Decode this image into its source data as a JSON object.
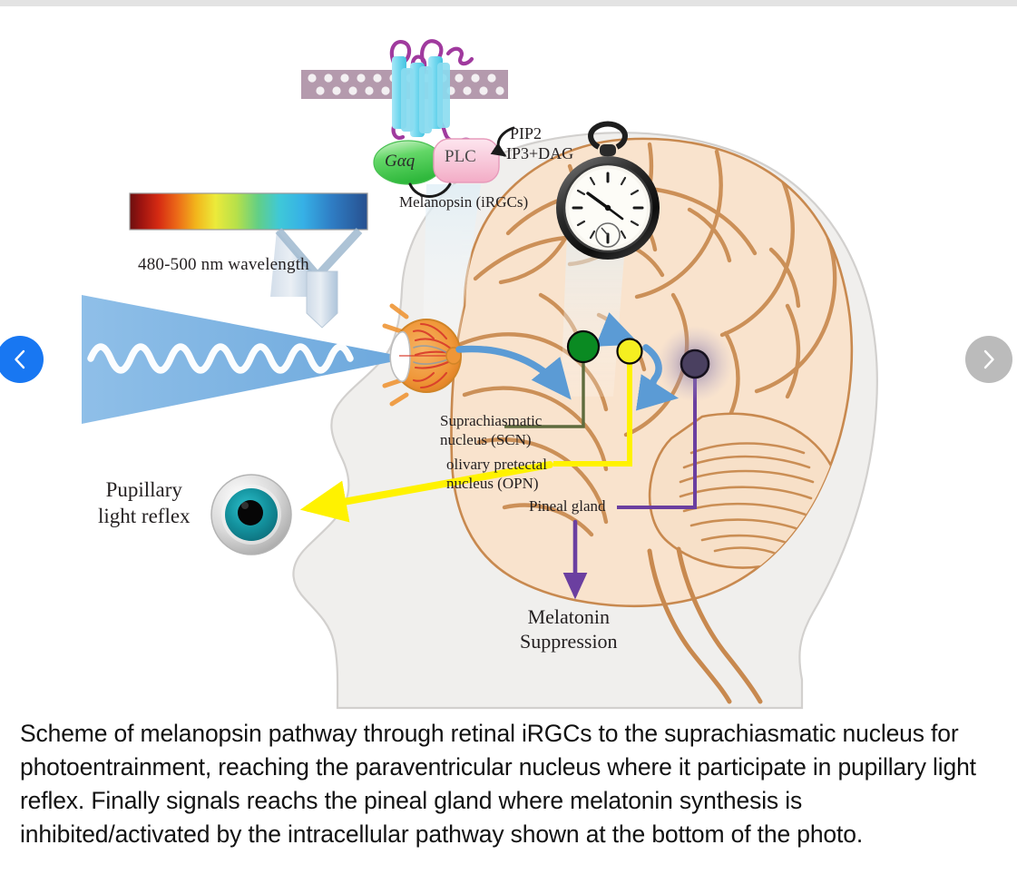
{
  "nav": {
    "prev_label": "‹",
    "next_label": "›",
    "prev_icon": "chevron-left-icon",
    "next_icon": "chevron-right-icon",
    "prev_color": "#1877f2",
    "next_color": "#bbbbbb"
  },
  "figure": {
    "labels": {
      "wavelength": "480-500 nm wavelength",
      "melanopsin": "Melanopsin (iRGCs)",
      "pip2": "PIP2",
      "ip3_dag": "IP3+DAG",
      "gaq": "Gαq",
      "plc": "PLC",
      "scn": "Suprachiasmatic\nnucleus (SCN)",
      "opn": "olivary pretectal\nnucleus (OPN)",
      "pineal": "Pineal gland",
      "melatonin_suppression": "Melatonin\nSuppression",
      "pupillary_light_reflex": "Pupillary\nlight reflex"
    },
    "colors": {
      "light_beam": "#7db4e3",
      "head_fill": "#f0efed",
      "head_outline": "#cfcfcf",
      "brain_fill": "#f7e2cf",
      "brain_lines": "#c8894f",
      "scn_node": "#0a8a22",
      "opn_node": "#f5ef20",
      "pineal_node": "#4a4060",
      "pineal_glow": "#9b8bbd",
      "scn_path": "#5e6b3d",
      "opn_path": "#fff200",
      "pineal_path": "#6b3fa0",
      "blue_arrow": "#5b9bd5",
      "membrane": "#b49aad",
      "receptor": "#7fd8ef",
      "receptor_loop": "#a03a9e",
      "gaq_fill": "#55d45c",
      "plc_fill": "#f5c2d2",
      "iris": "#18a3b0",
      "pupil": "#050505",
      "retina": "#f0973a",
      "vessels": "#d93b2b"
    },
    "spectrum_stops": [
      "#6b0f0f",
      "#c81f12",
      "#e8621a",
      "#f2b61c",
      "#ecea3a",
      "#9fd94e",
      "#51c98e",
      "#3fc8d8",
      "#36a8e0",
      "#2f7dc4",
      "#2a4f96"
    ]
  },
  "caption": {
    "text": "Scheme of melanopsin pathway through retinal iRGCs to the suprachiasmatic nucleus for photoentrainment, reaching the paraventricular nucleus where it participate in pupillary light reflex. Finally signals reachs the pineal gland where melatonin synthesis is inhibited/activated by the intracellular pathway shown at the bottom of the photo."
  }
}
